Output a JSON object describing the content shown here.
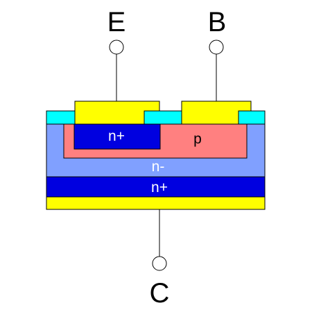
{
  "terminals": {
    "emitter": "E",
    "base": "B",
    "collector": "C"
  },
  "regions": {
    "emitter_n_plus": "n+",
    "base_p": "p",
    "drift_n_minus": "n-",
    "substrate_n_plus": "n+"
  },
  "colors": {
    "metal": "#ffff00",
    "oxide": "#00ffff",
    "n_minus": "#80a0ff",
    "p": "#ff8080",
    "n_plus": "#0000e0",
    "wire": "#000000",
    "terminal_fill": "#ffffff",
    "label_light": "#ffffff",
    "label_dark": "#000000"
  }
}
